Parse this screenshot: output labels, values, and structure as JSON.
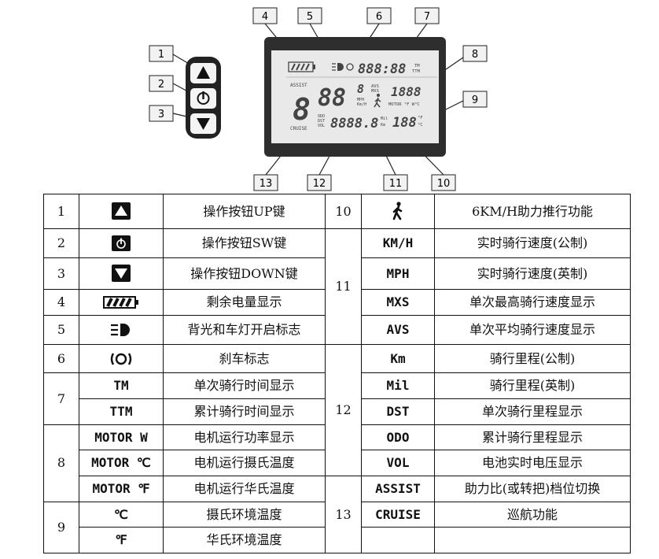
{
  "diagram": {
    "callouts": [
      "1",
      "2",
      "3",
      "4",
      "5",
      "6",
      "7",
      "8",
      "9",
      "10",
      "11",
      "12",
      "13"
    ],
    "display": {
      "assist_label": "ASSIST",
      "cruise_label": "CRUISE",
      "avs_label": "AVS",
      "mxs_label": "MXS",
      "mph_label": "MPH",
      "kmh_label": "Km/H",
      "motor_label": "MOTOR °F W°C",
      "tm_label": "TM",
      "ttm_label": "TTM",
      "odo_label": "ODO",
      "dst_label": "DST",
      "vol_label": "VOL",
      "mil_label": "Mil",
      "km_label": "Km",
      "deg_c": "°C",
      "deg_f": "°F"
    }
  },
  "left_rows": [
    {
      "num": "1",
      "icon": "up-button-icon",
      "desc": "操作按钮UP键"
    },
    {
      "num": "2",
      "icon": "power-button-icon",
      "desc": "操作按钮SW键"
    },
    {
      "num": "3",
      "icon": "down-button-icon",
      "desc": "操作按钮DOWN键"
    },
    {
      "num": "4",
      "icon": "battery-icon",
      "desc": "剩余电量显示"
    },
    {
      "num": "5",
      "icon": "headlight-icon",
      "desc": "背光和车灯开启标志"
    },
    {
      "num": "6",
      "icon": "brake-icon",
      "desc": "刹车标志"
    },
    {
      "num": "7",
      "code": "TM",
      "desc": "单次骑行时间显示"
    },
    {
      "num": "7",
      "code": "TTM",
      "desc": "累计骑行时间显示"
    },
    {
      "num": "8",
      "code": "MOTOR  W",
      "desc": "电机运行功率显示"
    },
    {
      "num": "8",
      "code": "MOTOR  ℃",
      "desc": "电机运行摄氏温度"
    },
    {
      "num": "8",
      "code": "MOTOR  ℉",
      "desc": "电机运行华氏温度"
    },
    {
      "num": "9",
      "code": "℃",
      "desc": "摄氏环境温度"
    },
    {
      "num": "9",
      "code": "℉",
      "desc": "华氏环境温度"
    }
  ],
  "right_rows": [
    {
      "num": "10",
      "icon": "walk-assist-icon",
      "desc": "6KM/H助力推行功能"
    },
    {
      "num": "11",
      "code": "KM/H",
      "desc": "实时骑行速度(公制)"
    },
    {
      "num": "11",
      "code": "MPH",
      "desc": "实时骑行速度(英制)"
    },
    {
      "num": "11",
      "code": "MXS",
      "desc": "单次最高骑行速度显示"
    },
    {
      "num": "11",
      "code": "AVS",
      "desc": "单次平均骑行速度显示"
    },
    {
      "num": "12",
      "code": "Km",
      "desc": "骑行里程(公制)"
    },
    {
      "num": "12",
      "code": "Mil",
      "desc": "骑行里程(英制)"
    },
    {
      "num": "12",
      "code": "DST",
      "desc": "单次骑行里程显示"
    },
    {
      "num": "12",
      "code": "ODO",
      "desc": "累计骑行里程显示"
    },
    {
      "num": "12",
      "code": "VOL",
      "desc": "电池实时电压显示"
    },
    {
      "num": "13",
      "code": "ASSIST",
      "desc": "助力比(或转把)档位切换"
    },
    {
      "num": "13",
      "code": "CRUISE",
      "desc": "巡航功能"
    },
    {
      "num": "13",
      "code": "",
      "desc": ""
    }
  ],
  "colors": {
    "lcd_frame": "#2e2e2e",
    "lcd_screen": "#e9e9e9",
    "segment": "#555555",
    "callout_box": "#f2f2f2"
  }
}
